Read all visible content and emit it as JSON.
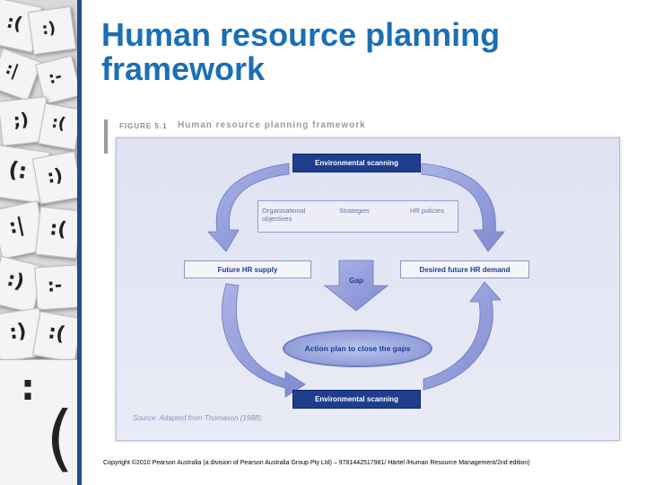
{
  "slide": {
    "title": "Human resource planning framework",
    "copyright": "Copyright ©2010 Pearson Australia (a division of Pearson Australia Group Pty Ltd) – 9781442517981/ Härtel /Human Resource Management/2nd edition)"
  },
  "figure": {
    "label": "FIGURE 5.1",
    "title": "Human resource planning framework",
    "source": "Source: Adapted from Thomason (1988).",
    "nodes": {
      "env_top": "Environmental scanning",
      "org_objectives": "Organisational objectives",
      "strategies": "Strategies",
      "hr_policies": "HR policies",
      "future_supply": "Future HR supply",
      "future_demand": "Desired future HR demand",
      "gap": "Gap",
      "action_plan": "Action plan to close the gaps",
      "env_bottom": "Environmental scanning"
    },
    "colors": {
      "dark_box": "#1e3d8c",
      "arrow": "#8f9ad6",
      "panel": "#e4e6f4"
    }
  }
}
